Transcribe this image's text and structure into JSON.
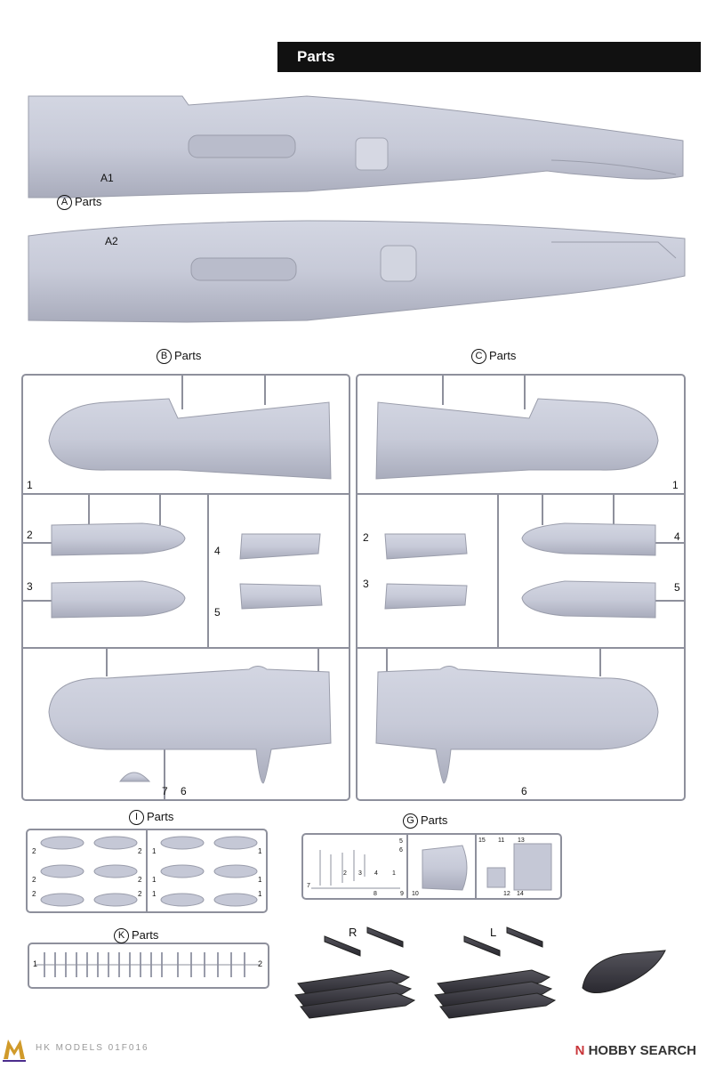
{
  "header": {
    "title": "Parts"
  },
  "sections": {
    "A": {
      "letter": "A",
      "label": "Parts",
      "parts": [
        "A1",
        "A2"
      ]
    },
    "B": {
      "letter": "B",
      "label": "Parts",
      "numbers": [
        "1",
        "2",
        "3",
        "4",
        "5",
        "7",
        "6"
      ]
    },
    "C": {
      "letter": "C",
      "label": "Parts",
      "numbers": [
        "1",
        "2",
        "3",
        "4",
        "5",
        "6"
      ]
    },
    "I": {
      "letter": "I",
      "label": "Parts",
      "numbers": [
        "2",
        "2",
        "1",
        "1",
        "2",
        "2",
        "1",
        "1",
        "2",
        "2",
        "1",
        "1"
      ]
    },
    "G": {
      "letter": "G",
      "label": "Parts",
      "numbers": [
        "5",
        "6",
        "1",
        "2",
        "3",
        "4",
        "7",
        "8",
        "9",
        "10",
        "15",
        "11",
        "13",
        "12",
        "14"
      ]
    },
    "K": {
      "letter": "K",
      "label": "Parts",
      "numbers": [
        "1",
        "2"
      ]
    }
  },
  "extras": {
    "right_label": "R",
    "left_label": "L"
  },
  "footer": {
    "brand_code": "HK MODELS 01F016",
    "watermark": "HOBBY SEARCH",
    "watermark_prefix": "N"
  },
  "colors": {
    "part_gray": "#c5c8d6",
    "sprue_line": "#8e909c",
    "header_bg": "#111111",
    "dark_part": "#3a3940"
  }
}
